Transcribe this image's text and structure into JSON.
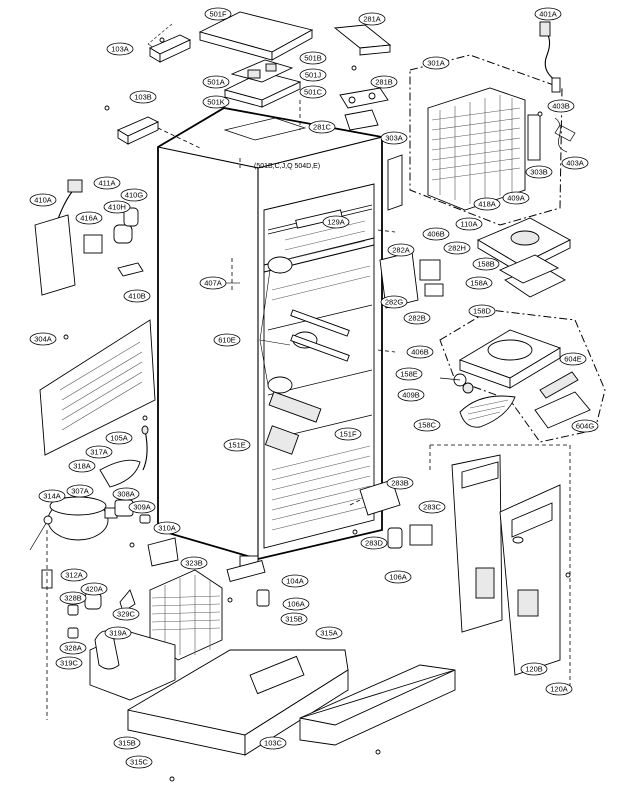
{
  "labels": {
    "l501F": "501F",
    "l103A": "103A",
    "l281A": "281A",
    "l401A": "401A",
    "l501B": "501B",
    "l501A": "501A",
    "l501J": "501J",
    "l281B": "281B",
    "l501K": "501K",
    "l501C": "501C",
    "l301A": "301A",
    "l103B": "103B",
    "l403B": "403B",
    "l281C": "281C",
    "l303A": "303A",
    "l403A": "403A",
    "l411A": "411A",
    "l410A": "410A",
    "l410G": "410G",
    "l410H": "410H",
    "l416A": "416A",
    "l303B": "303B",
    "l418A": "418A",
    "l409A": "409A",
    "l129A": "129A",
    "l110A": "110A",
    "l406B1": "406B",
    "l282A": "282A",
    "l282H": "282H",
    "l158B": "158B",
    "l407A": "407A",
    "l410B": "410B",
    "l158A": "158A",
    "l282G": "282G",
    "l282B": "282B",
    "l158D": "158D",
    "l304A": "304A",
    "l610E": "610E",
    "l406B2": "406B",
    "l604E": "604E",
    "l158E": "158E",
    "l409B": "409B",
    "l604G": "604G",
    "l158C": "158C",
    "l105A": "105A",
    "l151E": "151E",
    "l151F": "151F",
    "l317A": "317A",
    "l318A": "318A",
    "l283B": "283B",
    "l314A": "314A",
    "l307A": "307A",
    "l308A": "308A",
    "l309A": "309A",
    "l283C": "283C",
    "l310A": "310A",
    "l283D": "283D",
    "l106A1": "106A",
    "l323B": "323B",
    "l312A": "312A",
    "l104A": "104A",
    "l420A": "420A",
    "l328B": "328B",
    "l329C": "329C",
    "l106A2": "106A",
    "l315B1": "315B",
    "l315A": "315A",
    "l319A": "319A",
    "l328A": "328A",
    "l319C": "319C",
    "l120B": "120B",
    "l120A": "120A",
    "l103C": "103C",
    "l315B2": "315B",
    "l315C": "315C"
  },
  "notes": {
    "top_note": "(501B,C,J,Q 504D,E)"
  }
}
